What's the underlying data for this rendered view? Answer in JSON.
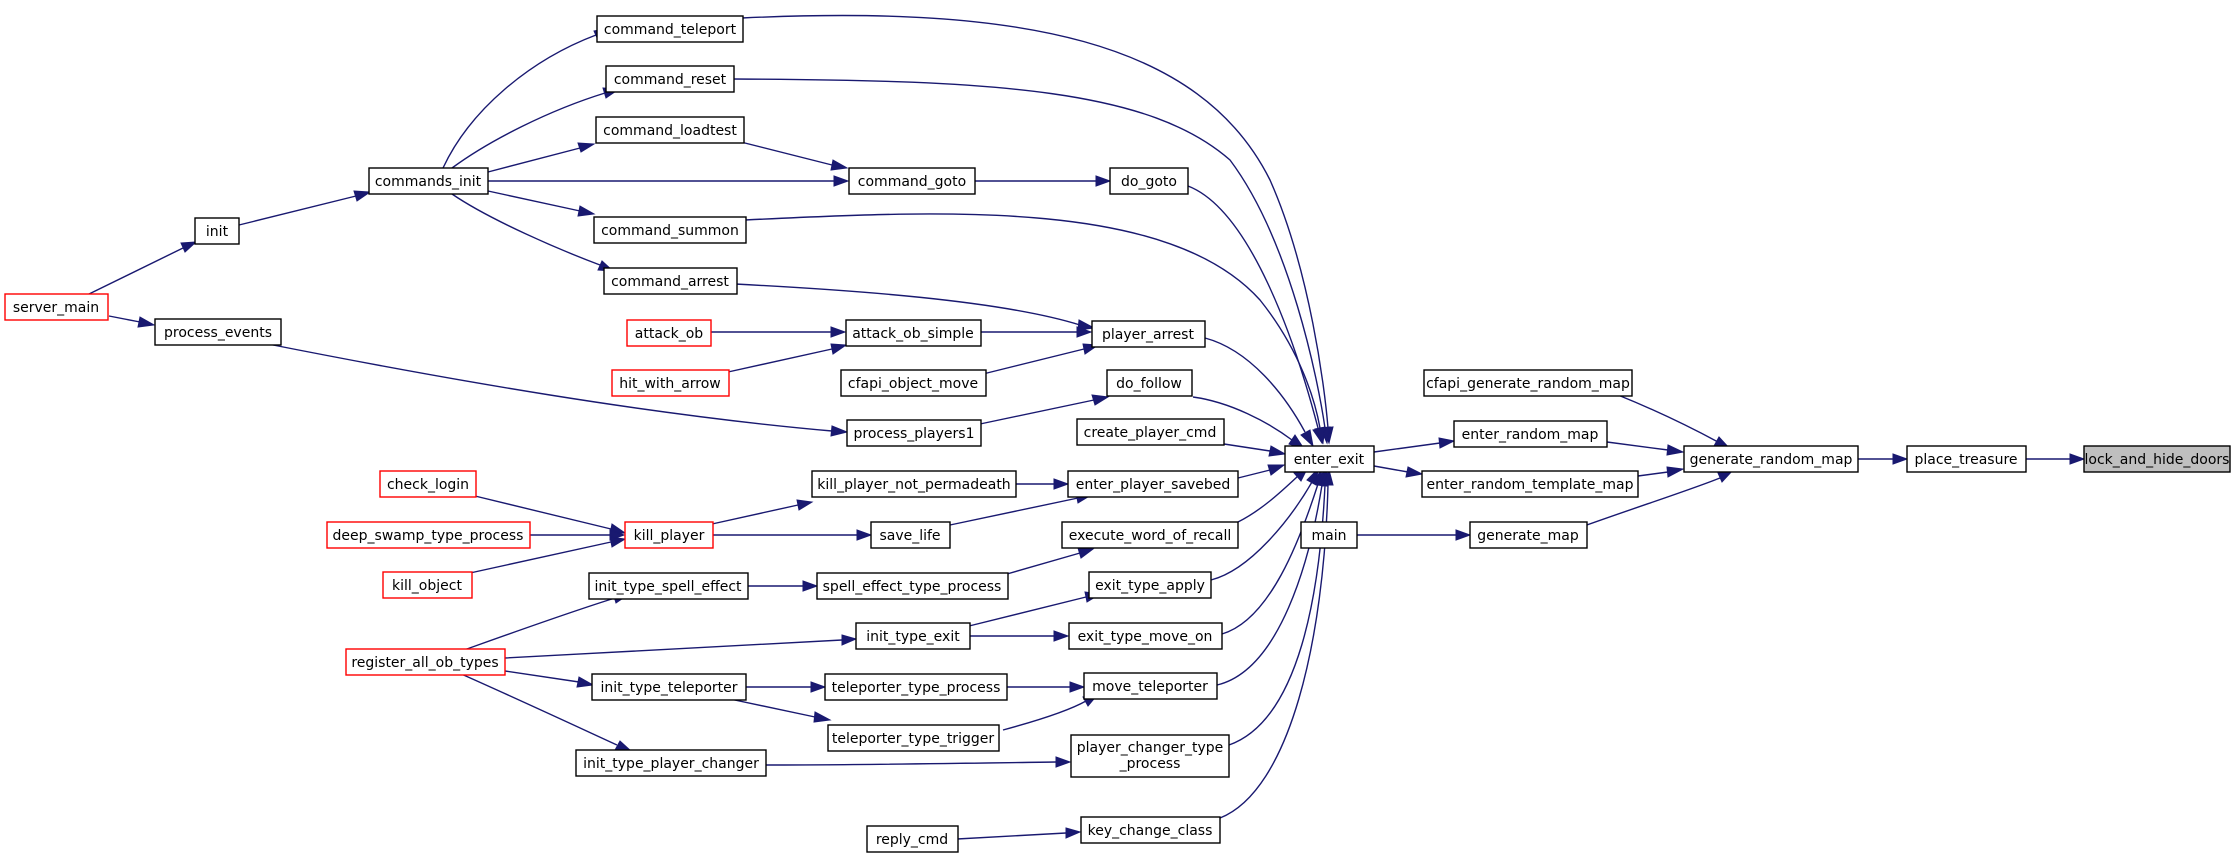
{
  "colors": {
    "edge": "#191970",
    "node_border": "#000000",
    "truncated_border": "#ff0000",
    "current_fill": "#bfbfbf"
  },
  "nodes": {
    "lock_and_hide_doors": "lock_and_hide_doors",
    "place_treasure": "place_treasure",
    "generate_random_map": "generate_random_map",
    "cfapi_generate_random_map": "cfapi_generate_random_map",
    "enter_random_map": "enter_random_map",
    "enter_random_template_map": "enter_random_template_map",
    "generate_map": "generate_map",
    "main": "main",
    "enter_exit": "enter_exit",
    "command_teleport": "command_teleport",
    "command_reset": "command_reset",
    "command_loadtest": "command_loadtest",
    "commands_init": "commands_init",
    "command_goto": "command_goto",
    "do_goto": "do_goto",
    "command_summon": "command_summon",
    "command_arrest": "command_arrest",
    "init": "init",
    "server_main": "server_main",
    "process_events": "process_events",
    "player_arrest": "player_arrest",
    "attack_ob_simple": "attack_ob_simple",
    "attack_ob": "attack_ob",
    "hit_with_arrow": "hit_with_arrow",
    "cfapi_object_move": "cfapi_object_move",
    "do_follow": "do_follow",
    "process_players1": "process_players1",
    "create_player_cmd": "create_player_cmd",
    "enter_player_savebed": "enter_player_savebed",
    "kill_player_not_permadeath": "kill_player_not_permadeath",
    "check_login": "check_login",
    "kill_player": "kill_player",
    "deep_swamp_type_process": "deep_swamp_type_process",
    "kill_object": "kill_object",
    "save_life": "save_life",
    "execute_word_of_recall": "execute_word_of_recall",
    "init_type_spell_effect": "init_type_spell_effect",
    "spell_effect_type_process": "spell_effect_type_process",
    "exit_type_apply": "exit_type_apply",
    "register_all_ob_types": "register_all_ob_types",
    "init_type_exit": "init_type_exit",
    "exit_type_move_on": "exit_type_move_on",
    "init_type_teleporter": "init_type_teleporter",
    "teleporter_type_process": "teleporter_type_process",
    "move_teleporter": "move_teleporter",
    "teleporter_type_trigger": "teleporter_type_trigger",
    "init_type_player_changer": "init_type_player_changer",
    "player_changer_type_process_l1": "player_changer_type",
    "player_changer_type_process_l2": "_process",
    "reply_cmd": "reply_cmd",
    "key_change_class": "key_change_class"
  }
}
